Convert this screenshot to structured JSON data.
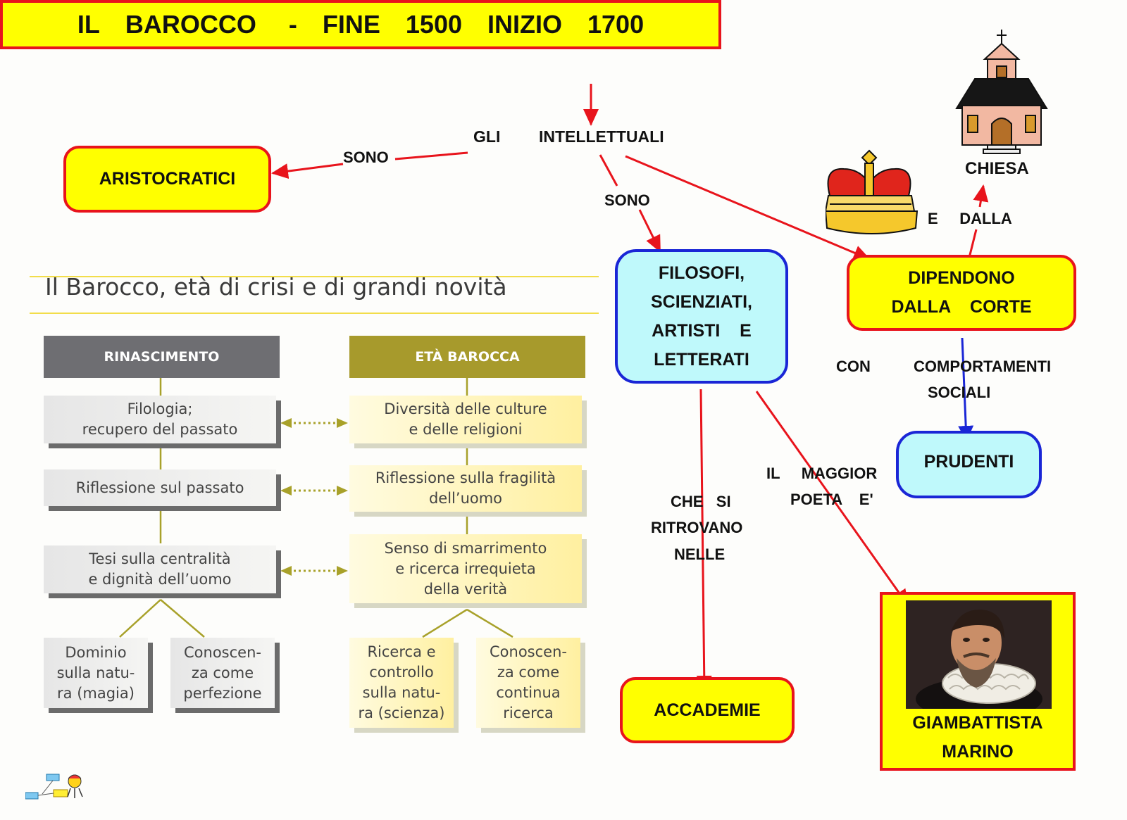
{
  "title": {
    "parts": [
      "IL",
      "BAROCCO",
      "-",
      "FINE",
      "1500",
      "INIZIO",
      "1700"
    ]
  },
  "map": {
    "intellettuali": [
      "GLI",
      "INTELLETTUALI"
    ],
    "sono_left": "SONO",
    "aristocratici": "ARISTOCRATICI",
    "sono_mid": "SONO",
    "filosofi": [
      "FILOSOFI,",
      "SCIENZIATI,",
      "ARTISTI    E",
      "LETTERATI"
    ],
    "dipendono": [
      "DIPENDONO",
      "DALLA    CORTE"
    ],
    "e_dalla": "E     DALLA",
    "chiesa": "CHIESA",
    "con": "CON",
    "comportamenti": "COMPORTAMENTI",
    "sociali": "SOCIALI",
    "prudenti": "PRUDENTI",
    "che_si": [
      "CHE   SI",
      "RITROVANO",
      "NELLE"
    ],
    "accademie": "ACCADEMIE",
    "maggior": [
      "IL     MAGGIOR",
      "POETA    E'"
    ],
    "marino": [
      "GIAMBATTISTA",
      "MARINO"
    ]
  },
  "inset": {
    "title": "Il Barocco, età di crisi e di grandi novità",
    "rinascimento": {
      "header": "RINASCIMENTO",
      "rows": [
        "Filologia;\nrecupero del passato",
        "Riflessione sul passato",
        "Tesi sulla centralità\ne dignità dell’uomo"
      ],
      "leaves": [
        "Dominio\nsulla natu-\nra (magia)",
        "Conoscen-\nza come\nperfezione"
      ]
    },
    "barocca": {
      "header": "ETÀ BAROCCA",
      "rows": [
        "Diversità delle culture\ne delle religioni",
        "Riflessione sulla fragilità\ndell’uomo",
        "Senso di smarrimento\ne ricerca irrequieta\ndella verità"
      ],
      "leaves": [
        "Ricerca e\ncontrollo\nsulla natu-\nra (scienza)",
        "Conoscen-\nza come\ncontinua\nricerca"
      ]
    }
  },
  "colors": {
    "yellow_fill": "#ffff00",
    "red_border": "#e8141c",
    "cyan_fill": "#bff9fb",
    "blue_border": "#1a26d6",
    "rinascimento_header": "#6e6e72",
    "barocca_header": "#a79a2c"
  },
  "icons": [
    "church-icon",
    "crown-icon",
    "portrait-marino",
    "cmap-logo-icon"
  ]
}
